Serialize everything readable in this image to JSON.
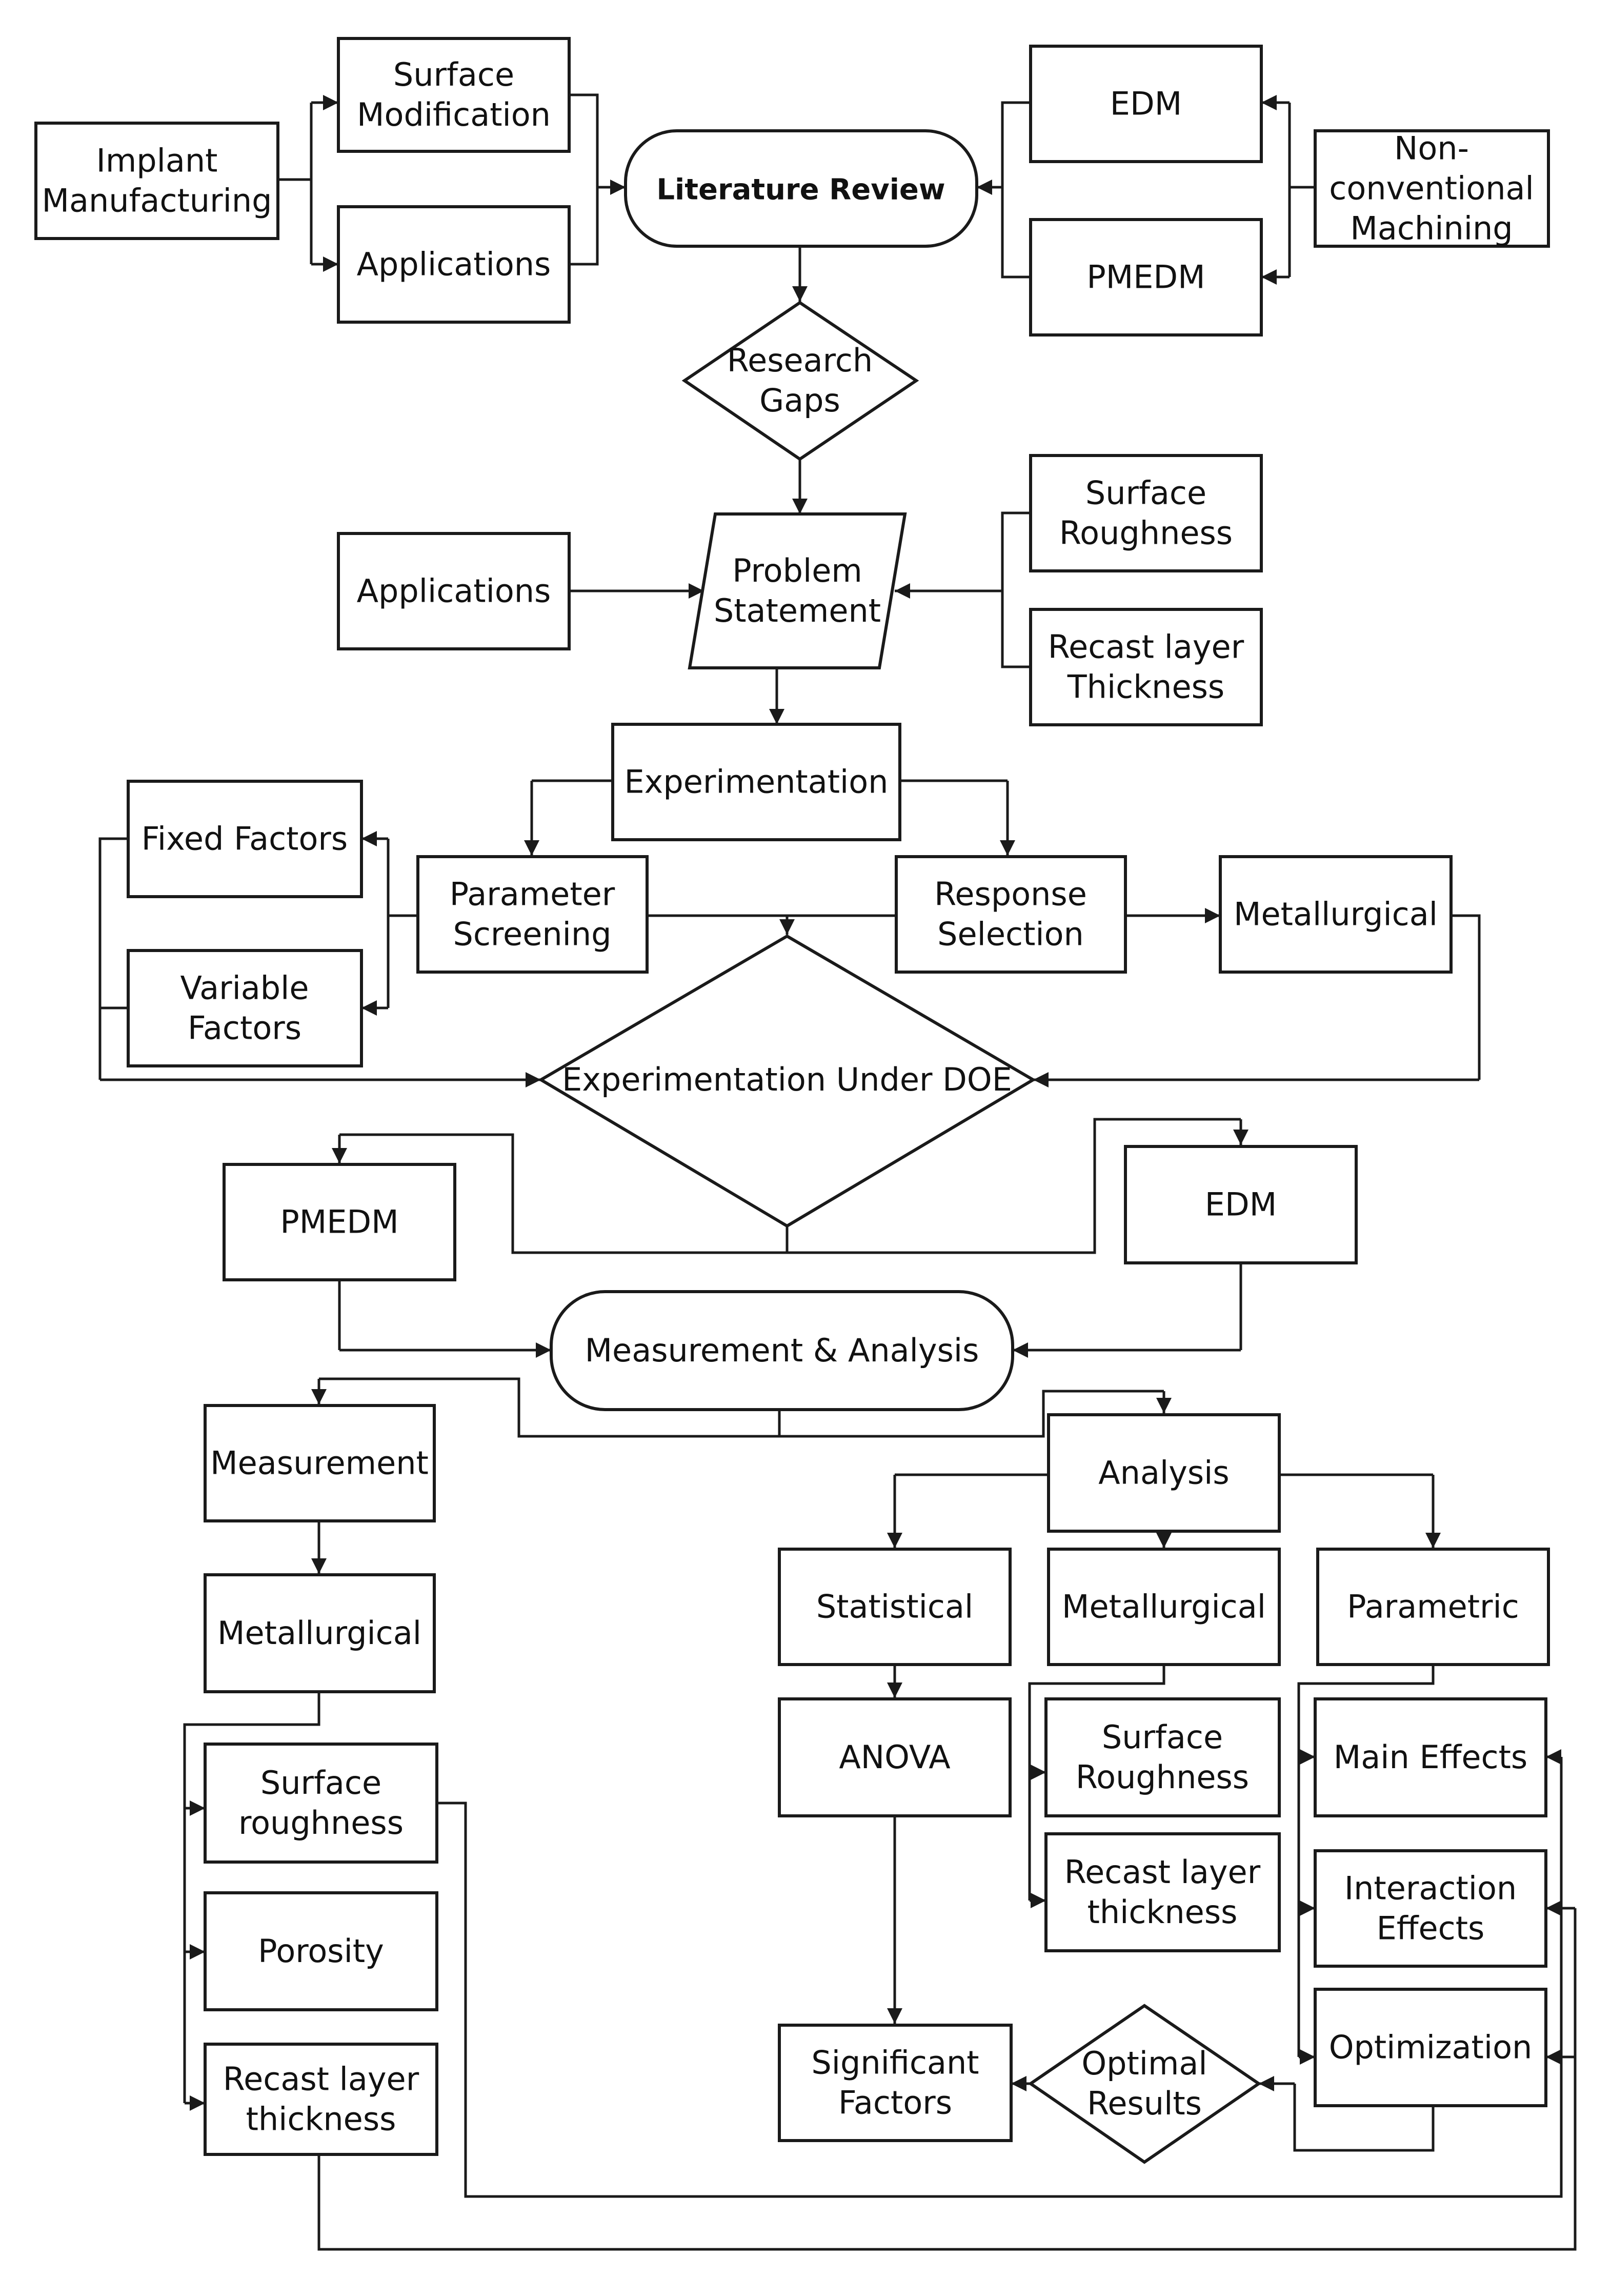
{
  "nodes": {
    "implant_manufacturing": [
      "Implant",
      "Manufacturing"
    ],
    "surface_modification": [
      "Surface",
      "Modification"
    ],
    "applications_top": [
      "Applications"
    ],
    "literature_review": [
      "Literature Review"
    ],
    "edm_top": [
      "EDM"
    ],
    "pmedm_top": [
      "PMEDM"
    ],
    "non_conventional": [
      "Non-",
      "conventional",
      "Machining"
    ],
    "research_gaps": [
      "Research",
      "Gaps"
    ],
    "applications_mid": [
      "Applications"
    ],
    "problem_statement": [
      "Problem",
      "Statement"
    ],
    "surface_roughness_top": [
      "Surface",
      "Roughness"
    ],
    "recast_layer_top": [
      "Recast layer",
      "Thickness"
    ],
    "experimentation": [
      "Experimentation"
    ],
    "fixed_factors": [
      "Fixed Factors"
    ],
    "variable_factors": [
      "Variable",
      "Factors"
    ],
    "parameter_screening": [
      "Parameter",
      "Screening"
    ],
    "response_selection": [
      "Response",
      "Selection"
    ],
    "metallurgical_top": [
      "Metallurgical"
    ],
    "experimentation_doe": [
      "Experimentation Under DOE"
    ],
    "pmedm_mid": [
      "PMEDM"
    ],
    "edm_mid": [
      "EDM"
    ],
    "measurement_analysis": [
      "Measurement & Analysis"
    ],
    "measurement": [
      "Measurement"
    ],
    "metallurgical_left": [
      "Metallurgical"
    ],
    "surface_roughness_left": [
      "Surface",
      "roughness"
    ],
    "porosity": [
      "Porosity"
    ],
    "recast_layer_left": [
      "Recast layer",
      "thickness"
    ],
    "analysis": [
      "Analysis"
    ],
    "statistical": [
      "Statistical"
    ],
    "metallurgical_right": [
      "Metallurgical"
    ],
    "parametric": [
      "Parametric"
    ],
    "anova": [
      "ANOVA"
    ],
    "surface_roughness_right": [
      "Surface",
      "Roughness"
    ],
    "recast_layer_right": [
      "Recast layer",
      "thickness"
    ],
    "main_effects": [
      "Main Effects"
    ],
    "interaction_effects": [
      "Interaction",
      "Effects"
    ],
    "optimization": [
      "Optimization"
    ],
    "significant_factors": [
      "Significant",
      "Factors"
    ],
    "optimal_results": [
      "Optimal",
      "Results"
    ]
  }
}
